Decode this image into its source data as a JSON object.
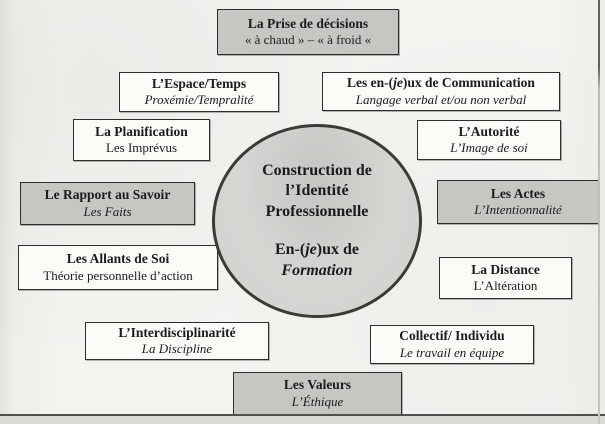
{
  "center": {
    "title": "Construction de l’Identité Professionnelle",
    "enjeux_prefix": "En-(",
    "enjeux_je": "je",
    "enjeux_suffix": ")ux de",
    "formation": "Formation"
  },
  "nodes": {
    "prise_decisions": {
      "title": "La Prise de décisions",
      "subtitle": "« à chaud » – « à froid «"
    },
    "espace_temps": {
      "title": "L’Espace/Temps",
      "subtitle": "Proxémie/Tempralité"
    },
    "communication": {
      "title_prefix": "Les en-(",
      "title_je": "je",
      "title_suffix": ")ux de Communication",
      "subtitle": "Langage verbal et/ou non verbal"
    },
    "planification": {
      "title": "La Planification",
      "subtitle": "Les Imprévus"
    },
    "autorite": {
      "title": "L’Autorité",
      "subtitle": "L’Image de soi"
    },
    "rapport_savoir": {
      "title": "Le Rapport au Savoir",
      "subtitle": "Les Faits"
    },
    "actes": {
      "title": "Les Actes",
      "subtitle": "L’Intentionnalité"
    },
    "allants_de_soi": {
      "title": "Les Allants de Soi",
      "subtitle": "Théorie personnelle d’action"
    },
    "distance": {
      "title": "La Distance",
      "subtitle": "L’Altération"
    },
    "interdisciplinarite": {
      "title": "L’Interdisciplinarité",
      "subtitle": "La Discipline"
    },
    "collectif_individu": {
      "title": "Collectif/ Individu",
      "subtitle": "Le travail en équipe"
    },
    "valeurs": {
      "title": "Les Valeurs",
      "subtitle": "L’Éthique"
    }
  },
  "colors": {
    "gray_box": "#c7c6c3",
    "white_box": "#fcfbf8",
    "circle_fill": "#d4d3d0",
    "border": "#2e2d2b",
    "background": "#f4f3f0"
  }
}
